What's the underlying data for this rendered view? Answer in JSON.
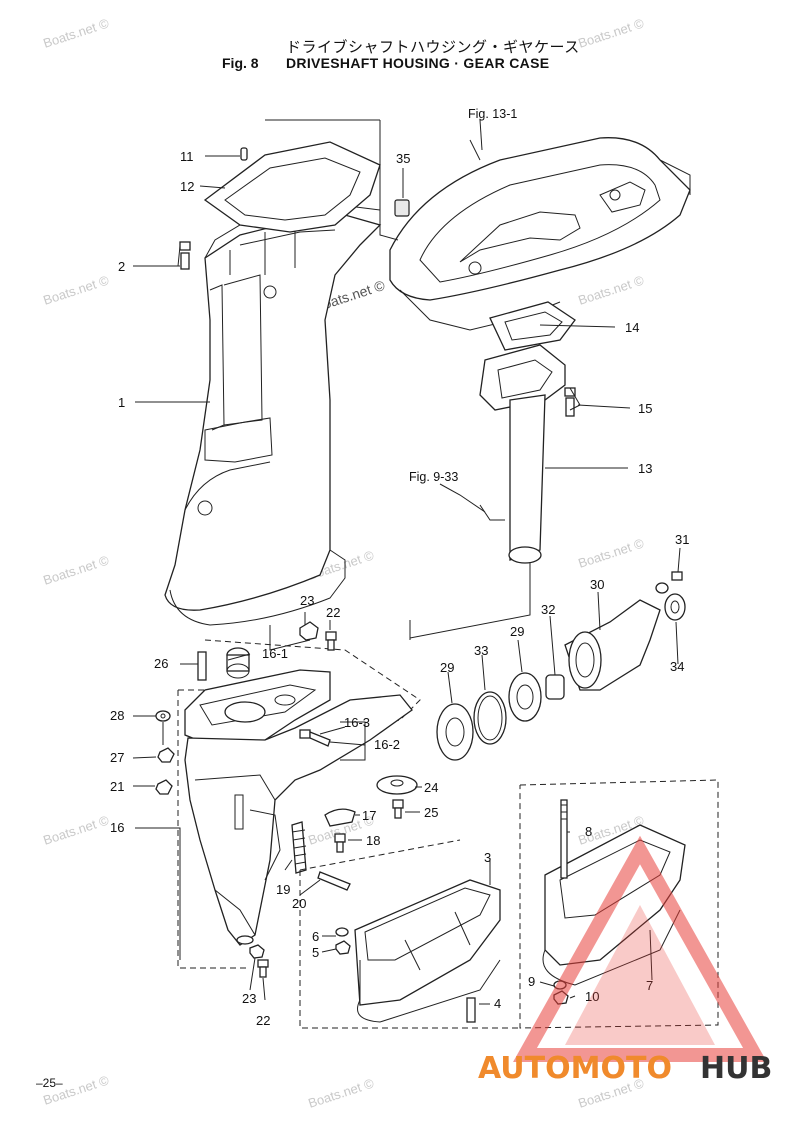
{
  "header": {
    "title_jp": "ドライブシャフトハウジング・ギヤケース",
    "fig_label": "Fig. 8",
    "title_en": "DRIVESHAFT HOUSING · GEAR CASE"
  },
  "page_number": "–25–",
  "watermark": "Boats.net ©",
  "references": {
    "fig_13_1": "Fig. 13-1",
    "fig_9_33": "Fig. 9-33"
  },
  "callouts": {
    "c1": "1",
    "c2": "2",
    "c3": "3",
    "c4": "4",
    "c5": "5",
    "c6": "6",
    "c7": "7",
    "c8": "8",
    "c9": "9",
    "c10": "10",
    "c11": "11",
    "c12": "12",
    "c13": "13",
    "c14": "14",
    "c15": "15",
    "c16": "16",
    "c16_1": "16-1",
    "c16_2": "16-2",
    "c16_3": "16-3",
    "c17": "17",
    "c18": "18",
    "c19": "19",
    "c20": "20",
    "c21": "21",
    "c22a": "22",
    "c22b": "22",
    "c23a": "23",
    "c23b": "23",
    "c24": "24",
    "c25": "25",
    "c26": "26",
    "c27": "27",
    "c28": "28",
    "c29a": "29",
    "c29b": "29",
    "c30": "30",
    "c31": "31",
    "c32": "32",
    "c33": "33",
    "c34": "34",
    "c35": "35"
  },
  "logo": {
    "part1": "AUTOMOTO",
    "part2": "HUB",
    "color_primary": "#f08a2c",
    "color_secondary": "#333333",
    "triangle_color": "#e8403a"
  }
}
